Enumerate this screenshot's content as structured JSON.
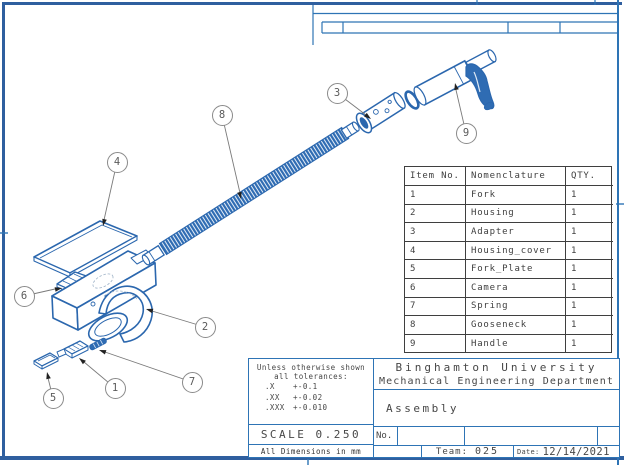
{
  "colors": {
    "sheet_border_blue": "#2f5f9f",
    "template_line_blue": "#2e74b5",
    "part_line_blue": "#2b67ae",
    "table_line_gray": "#3f3f3f",
    "leader_gray": "#7a7a7a",
    "balloon_circle_gray": "#8a8a8a"
  },
  "parts_table": {
    "headers": [
      "Item No.",
      "Nomenclature",
      "QTY."
    ],
    "rows": [
      [
        "1",
        "Fork",
        "1"
      ],
      [
        "2",
        "Housing",
        "1"
      ],
      [
        "3",
        "Adapter",
        "1"
      ],
      [
        "4",
        "Housing_cover",
        "1"
      ],
      [
        "5",
        "Fork_Plate",
        "1"
      ],
      [
        "6",
        "Camera",
        "1"
      ],
      [
        "7",
        "Spring",
        "1"
      ],
      [
        "8",
        "Gooseneck",
        "1"
      ],
      [
        "9",
        "Handle",
        "1"
      ]
    ]
  },
  "title_block": {
    "tolerance_note_line1": "Unless otherwise shown",
    "tolerance_note_line2": "all tolerances:",
    "tolerances": [
      {
        "label": ".X",
        "value": "+-0.1"
      },
      {
        "label": ".XX",
        "value": "+-0.02"
      },
      {
        "label": ".XXX",
        "value": "+-0.010"
      }
    ],
    "scale": "SCALE 0.250",
    "dimensions_note": "All Dimensions in mm",
    "org_line1": "Binghamton University",
    "org_line2": "Mechanical Engineering Department",
    "drawing_title": "Assembly",
    "no_label": "No.",
    "team_label": "Team:",
    "team_value": "025",
    "date_label": "Date:",
    "date_value": "12/14/2021"
  },
  "balloons": [
    {
      "n": "1"
    },
    {
      "n": "2"
    },
    {
      "n": "3"
    },
    {
      "n": "4"
    },
    {
      "n": "5"
    },
    {
      "n": "6"
    },
    {
      "n": "7"
    },
    {
      "n": "8"
    },
    {
      "n": "9"
    }
  ]
}
